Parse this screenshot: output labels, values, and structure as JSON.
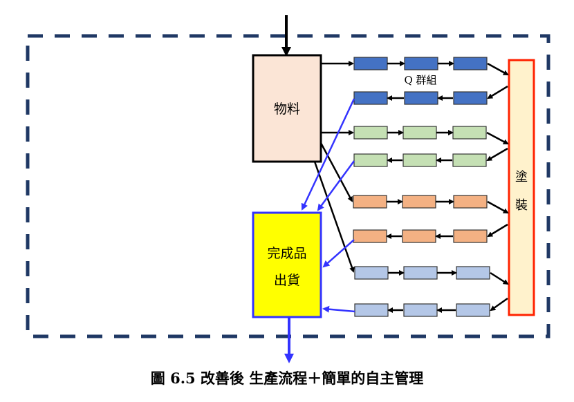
{
  "diagram": {
    "materials_label": "物料",
    "finished_label_line1": "完成品",
    "finished_label_line2": "出貨",
    "painting_label_line1": "塗",
    "painting_label_line2": "裝",
    "q_group_label": "Q 群組",
    "caption": "圖 6.5 改善後 生產流程＋簡單的自主管理",
    "colors": {
      "frame_dash": "#1f3864",
      "materials_fill": "#fbe5d6",
      "finished_fill": "#ffff00",
      "finished_border": "#3333ff",
      "painting_fill": "#fff2cc",
      "painting_border": "#ff2200",
      "blue_arrow": "#3333ff"
    },
    "lanes": [
      {
        "name": "blue",
        "color": "#4472c4",
        "stations_per_row": 3
      },
      {
        "name": "green",
        "color": "#c5e0b4",
        "stations_per_row": 3
      },
      {
        "name": "orange",
        "color": "#f4b183",
        "stations_per_row": 3
      },
      {
        "name": "lightblue",
        "color": "#b4c7e7",
        "stations_per_row": 3
      }
    ]
  }
}
